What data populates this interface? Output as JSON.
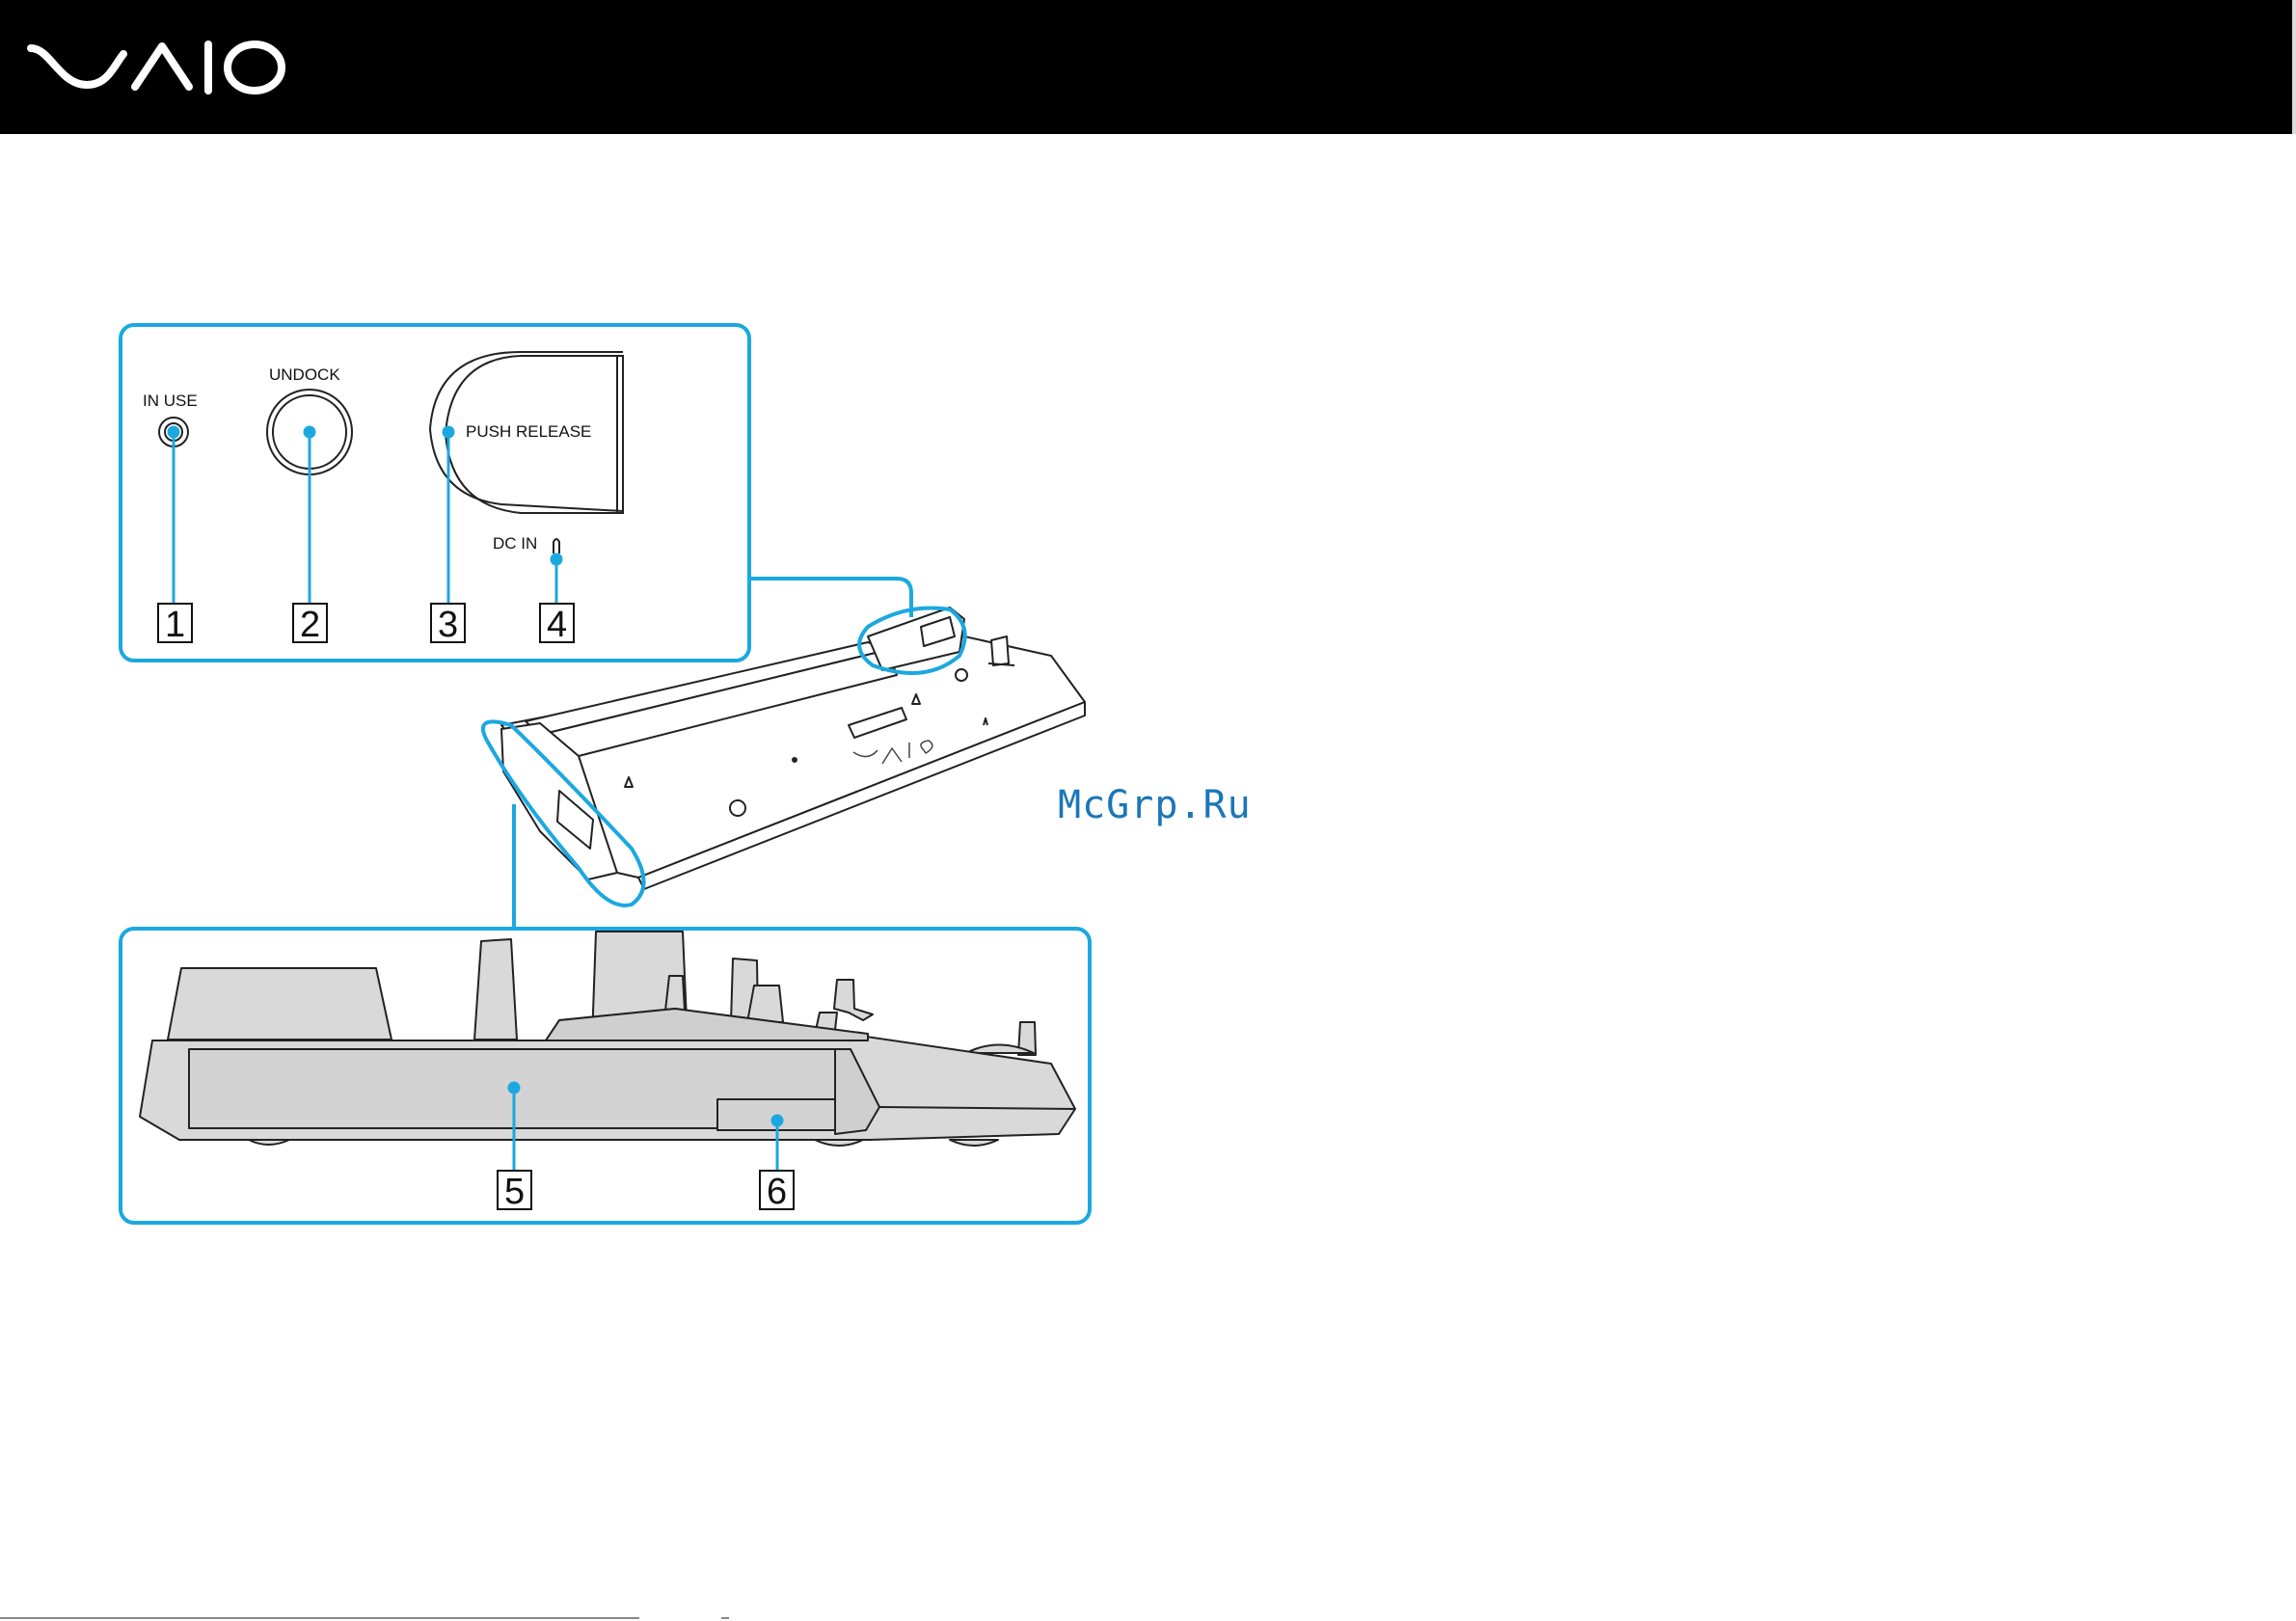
{
  "brand": {
    "logo_text": "VAIO"
  },
  "colors": {
    "header": "#000000",
    "callout": "#1ba8e0",
    "panel_border": "#1ba8e0",
    "device": "#d9d9d9"
  },
  "figure": {
    "top_panel": {
      "labels": {
        "in_use": "IN USE",
        "undock": "UNDOCK",
        "push_release": "PUSH RELEASE",
        "dc_in": "DC IN"
      },
      "callouts": [
        "1",
        "2",
        "3",
        "4"
      ]
    },
    "bottom_panel": {
      "callouts": [
        "5",
        "6"
      ]
    }
  },
  "watermark": "McGrp.Ru"
}
